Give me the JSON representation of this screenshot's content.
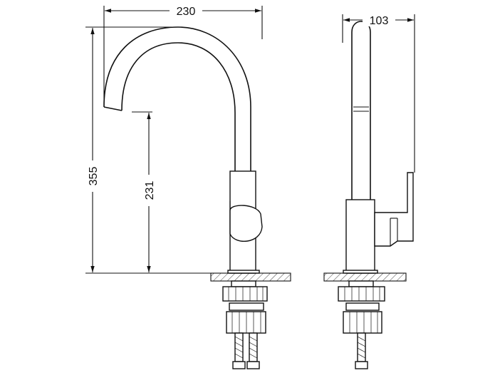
{
  "dimensions": {
    "width_top": "230",
    "height_total": "355",
    "height_spout": "231",
    "side_width": "103"
  },
  "colors": {
    "line": "#111111",
    "background": "#ffffff"
  }
}
